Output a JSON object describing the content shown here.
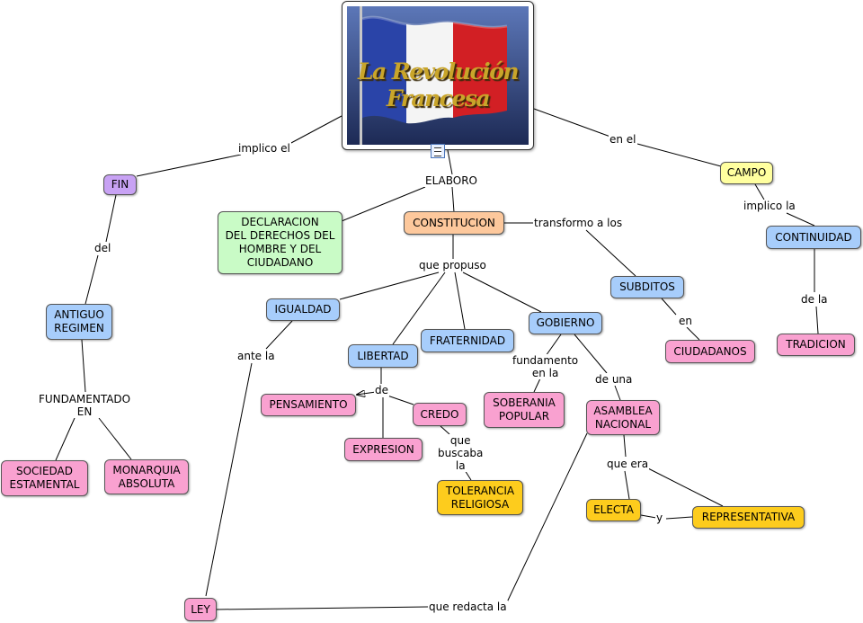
{
  "title_image": {
    "caption": "La Revolución Francesa"
  },
  "colors": {
    "concept_purple": "#c8a2f4",
    "concept_green": "#c9fbc6",
    "concept_orange": "#fdc89c",
    "concept_yellow": "#ffff9f",
    "concept_blue": "#a7cdfb",
    "concept_pink": "#f9a1d0",
    "concept_gold": "#fdcc1d",
    "flag_blue": "#2a44a8",
    "flag_white": "#f4f4f4",
    "flag_red": "#d21f24",
    "title_text": "#c9a52a"
  },
  "icons": {
    "resource": "document-icon"
  },
  "concepts": {
    "fin": "FIN",
    "declaracion": "DECLARACION\nDEL DERECHOS DEL\nHOMBRE Y DEL\nCIUDADANO",
    "constitucion": "CONSTITUCION",
    "campo": "CAMPO",
    "continuidad": "CONTINUIDAD",
    "antiguo_regimen": "ANTIGUO\nREGIMEN",
    "igualdad": "IGUALDAD",
    "subditos": "SUBDITOS",
    "libertad": "LIBERTAD",
    "fraternidad": "FRATERNIDAD",
    "gobierno": "GOBIERNO",
    "pensamiento": "PENSAMIENTO",
    "credo": "CREDO",
    "expresion": "EXPRESION",
    "soberania_popular": "SOBERANIA\nPOPULAR",
    "asamblea_nacional": "ASAMBLEA\nNACIONAL",
    "ciudadanos": "CIUDADANOS",
    "tradicion": "TRADICION",
    "sociedad_estamental": "SOCIEDAD\nESTAMENTAL",
    "monarquia_absoluta": "MONARQUIA\nABSOLUTA",
    "tolerancia_religiosa": "TOLERANCIA\nRELIGIOSA",
    "electa": "ELECTA",
    "representativa": "REPRESENTATIVA",
    "ley": "LEY"
  },
  "links": {
    "implico_el": "implico el",
    "en_el": "en el",
    "elaboro": "ELABORO",
    "transformo_a_los": "transformo a los",
    "implico_la": "implico la",
    "del": "del",
    "que_propuso": "que propuso",
    "de_la": "de la",
    "en": "en",
    "ante_la": "ante la",
    "fundamento_en_la": "fundamento\nen la",
    "de_una": "de una",
    "fundamentado_en": "FUNDAMENTADO\nEN",
    "de": "de",
    "que_buscaba_la": "que\nbuscaba\nla",
    "que_era": "que era",
    "y": "y",
    "que_redacta_la": "que redacta la"
  }
}
